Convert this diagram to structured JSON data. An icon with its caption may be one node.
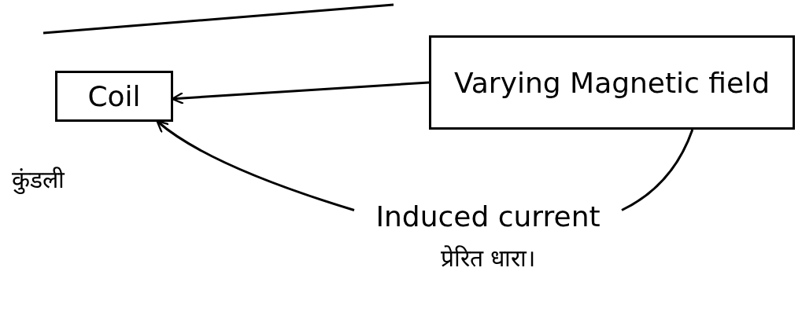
{
  "diagram": {
    "nodes": [
      {
        "text": [
          "Coil"
        ],
        "beside": [
          "कुंडली"
        ]
      },
      {
        "text": [
          "Varying Magnetic field"
        ]
      },
      {
        "text": [
          "Induced current",
          "प्रेरित धारा।"
        ]
      }
    ],
    "edges": [
      {
        "from": 1,
        "to": 0,
        "arrow": "to"
      },
      {
        "from": 1,
        "to": 2,
        "arrow": "none"
      },
      {
        "from": 2,
        "to": 0,
        "arrow": "to"
      }
    ]
  }
}
